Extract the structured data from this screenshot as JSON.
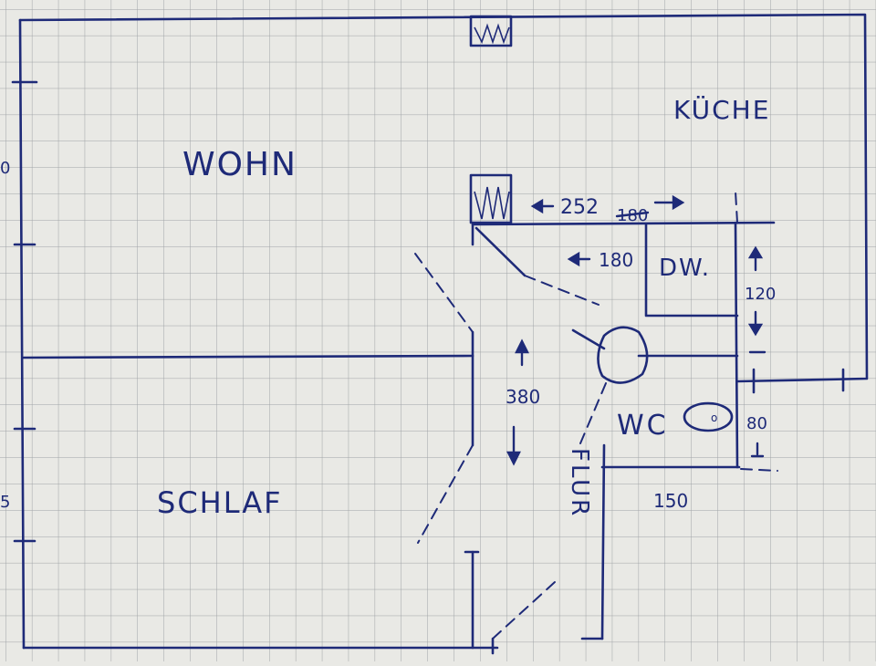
{
  "plan": {
    "rooms": {
      "wohn": "WOHN",
      "kueche": "KÜCHE",
      "schlaf": "SCHLAF",
      "wc": "WC",
      "flur": "FLUR"
    },
    "fixtures": {
      "dishwasher": "DW."
    },
    "dimensions": {
      "kitchen_width": "252",
      "kitchen_width_struck": "180",
      "counter": "180",
      "kitchen_depth": "120",
      "hall_length": "380",
      "wc_depth": "80",
      "wc_width": "150"
    },
    "margin_labels": {
      "upper": "0",
      "lower": "5"
    },
    "colors": {
      "ink": "#1e2a78",
      "grid": "#9fa3a6",
      "paper": "#e9e9e5"
    }
  }
}
